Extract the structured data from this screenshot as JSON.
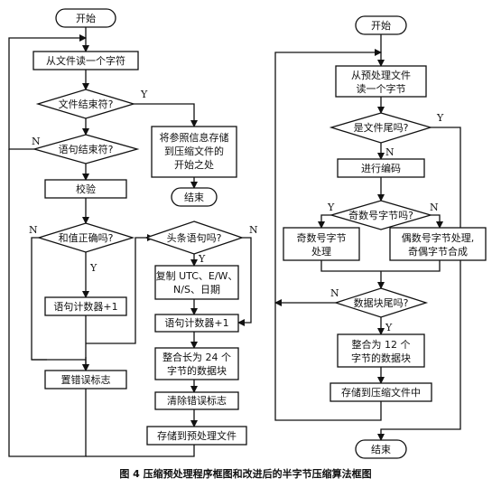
{
  "left_flow": {
    "start": "开始",
    "read_char": "从文件读一个字符",
    "file_end_q": "文件结束符?",
    "sentence_end_q": "语句结束符?",
    "check": "校验",
    "sum_ok_q": "和值正确吗?",
    "counter_inc": "语句计数器+1",
    "set_error": "置错误标志",
    "store_ref": [
      "将参照信息存储",
      "到压缩文件的",
      "开始之处"
    ],
    "end": "结束",
    "header_q": "头条语句吗?",
    "copy_fields": [
      "复制 UTC、E/W、",
      "N/S、日期"
    ],
    "counter_inc2": "语句计数器+1",
    "assemble24": [
      "整合长为 24 个",
      "字节的数据块"
    ],
    "clear_error": "清除错误标志",
    "store_pre": "存储到预处理文件"
  },
  "right_flow": {
    "start": "开始",
    "read_byte": [
      "从预处理文件",
      "读一个字节"
    ],
    "file_end_q": "是文件尾吗?",
    "encode": "进行编码",
    "odd_q": "奇数号字节吗?",
    "odd_proc": [
      "奇数号字节",
      "处理"
    ],
    "even_proc": [
      "偶数号字节处理,",
      "奇偶字节合成"
    ],
    "block_end_q": "数据块尾吗?",
    "assemble12": [
      "整合为 12 个",
      "字节的数据块"
    ],
    "store_comp": "存储到压缩文件中",
    "end": "结束"
  },
  "labels": {
    "yes": "Y",
    "no": "N"
  },
  "caption": "图 4   压缩预处理程序框图和改进后的半字节压缩算法框图"
}
